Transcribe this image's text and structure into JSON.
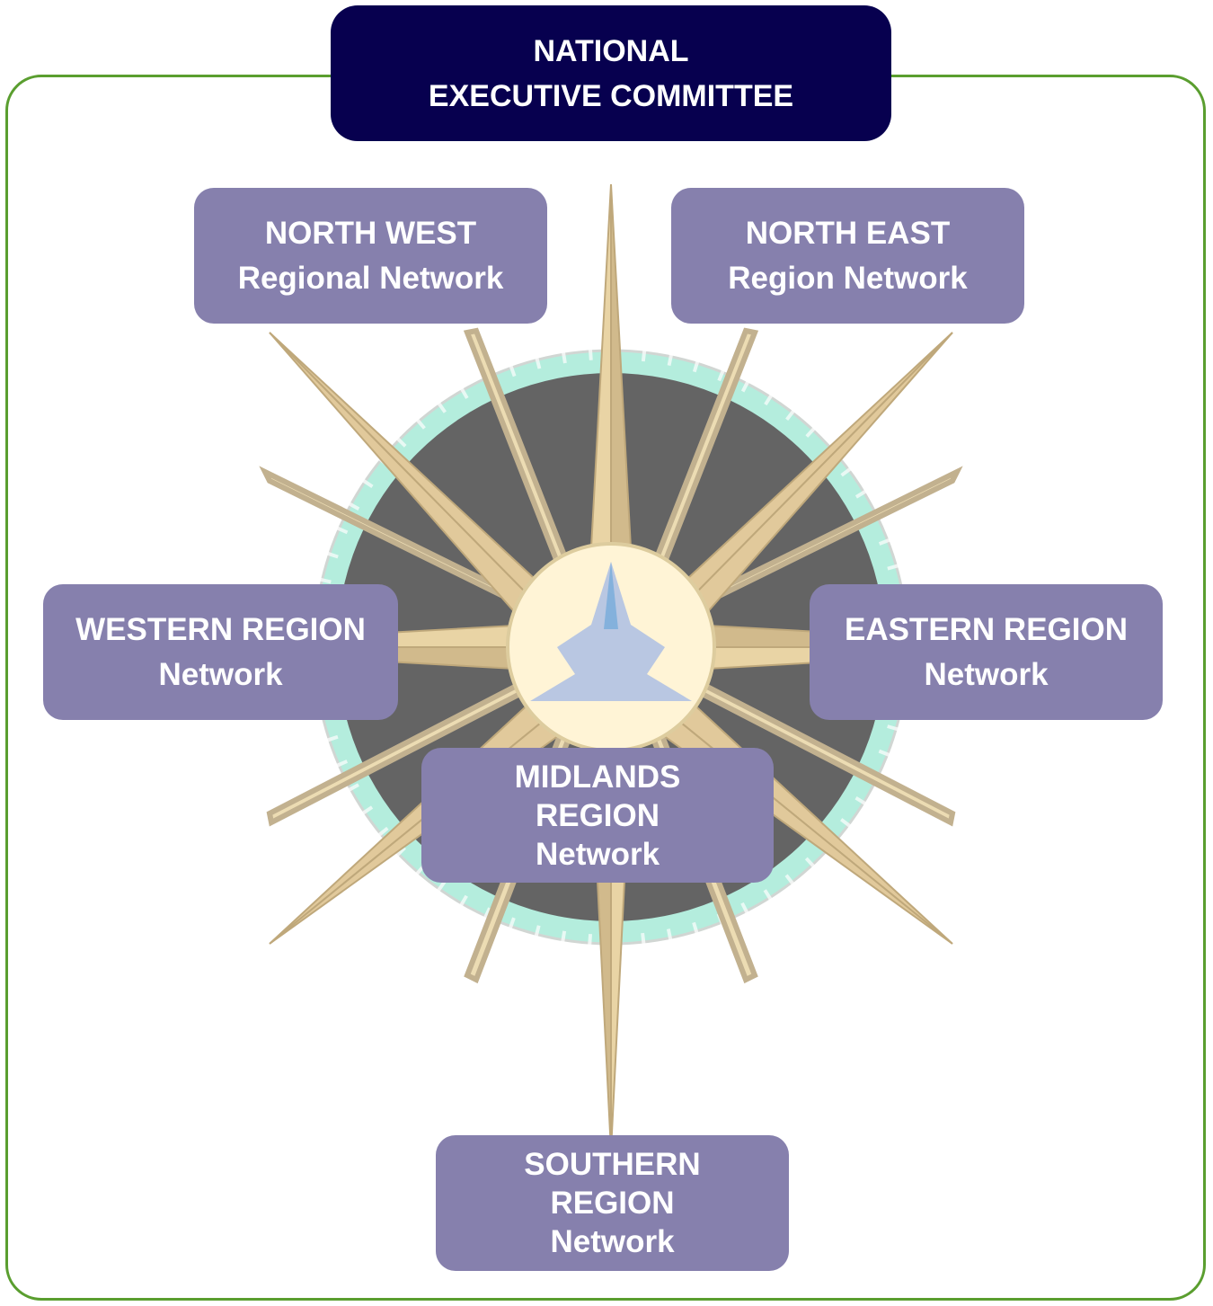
{
  "header": {
    "line1": "NATIONAL",
    "line2": "EXECUTIVE COMMITTEE"
  },
  "regions": {
    "north_west": {
      "line1": "NORTH WEST",
      "line2": "Regional Network"
    },
    "north_east": {
      "line1": "NORTH EAST",
      "line2": "Region Network"
    },
    "western": {
      "line1": "WESTERN REGION",
      "line2": "Network"
    },
    "eastern": {
      "line1": "EASTERN REGION",
      "line2": "Network"
    },
    "midlands": {
      "line1": "MIDLANDS",
      "line2": "REGION",
      "line3": "Network"
    },
    "southern": {
      "line1": "SOUTHERN",
      "line2": "REGION",
      "line3": "Network"
    }
  },
  "colors": {
    "header_bg": "#07004f",
    "region_bg": "#8680ad",
    "frame_border": "#5a9e2f",
    "compass_ring": "#a8ead8",
    "compass_dark": "#4a4a4a",
    "compass_star": "#e6cd96"
  },
  "background_icon": "compass-rose-icon"
}
